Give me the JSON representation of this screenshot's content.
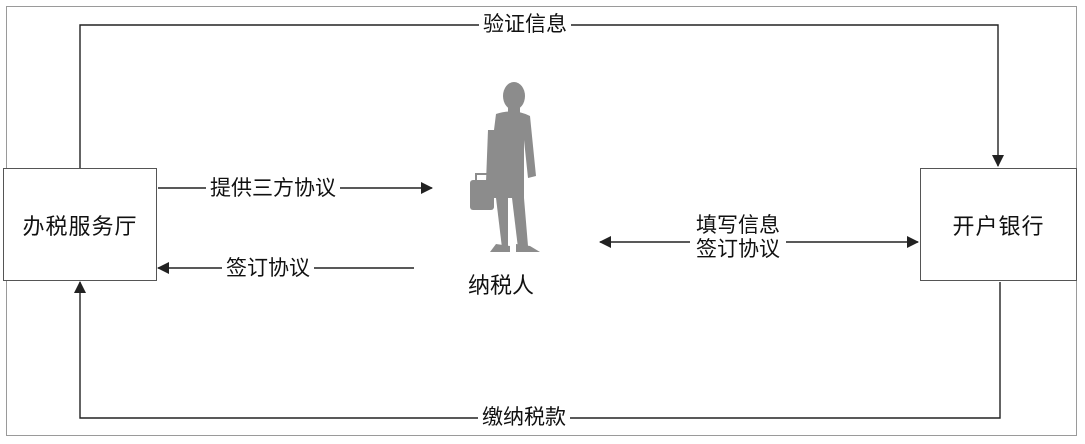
{
  "nodes": {
    "tax_office": "办税服务厅",
    "taxpayer": "纳税人",
    "bank": "开户银行"
  },
  "edges": {
    "verify_info": "验证信息",
    "provide_agreement": "提供三方协议",
    "sign_agreement_back": "签订协议",
    "fill_info": "填写信息",
    "sign_agreement": "签订协议",
    "pay_tax": "缴纳税款"
  },
  "icons": {
    "taxpayer": "businessman-silhouette-icon"
  },
  "colors": {
    "line": "#222222",
    "person": "#8c8c8c"
  }
}
